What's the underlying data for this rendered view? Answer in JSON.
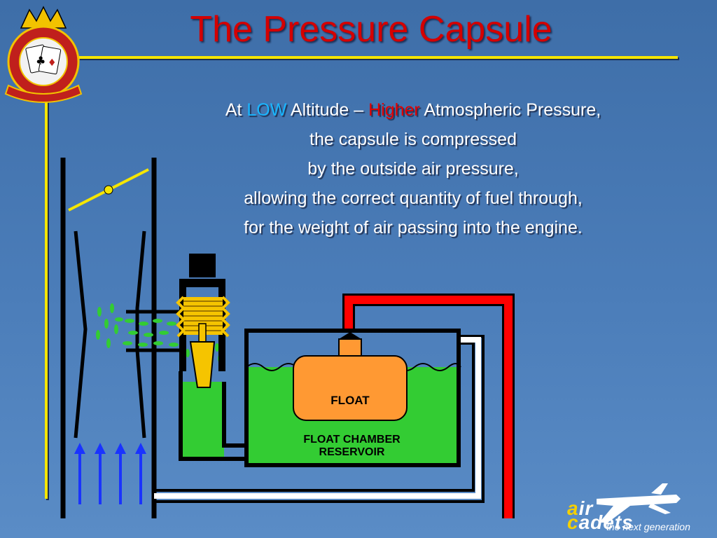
{
  "slide": {
    "title": "The Pressure Capsule"
  },
  "description": {
    "line1_prefix": "At ",
    "line1_low": "LOW",
    "line1_mid": " Altitude – ",
    "line1_higher": "Higher",
    "line1_suffix": " Atmospheric Pressure,",
    "line2": "the capsule is compressed",
    "line3": "by the outside air pressure,",
    "line4": "allowing the correct quantity of fuel through,",
    "line5": "for the weight of air passing into the engine."
  },
  "diagram": {
    "float_label": "FLOAT",
    "chamber_label_1": "FLOAT CHAMBER",
    "chamber_label_2": "RESERVOIR"
  },
  "branding": {
    "logo_a": "a",
    "logo_rest": "ir",
    "logo_c": "c",
    "logo_adets": "adets",
    "tagline": "the next generation"
  },
  "colors": {
    "title": "#d40000",
    "accent_line": "#f5e600",
    "fuel": "#33cc33",
    "float": "#ff9933",
    "hot_pipe": "#ff0000",
    "air_arrows": "#1a33ff"
  }
}
